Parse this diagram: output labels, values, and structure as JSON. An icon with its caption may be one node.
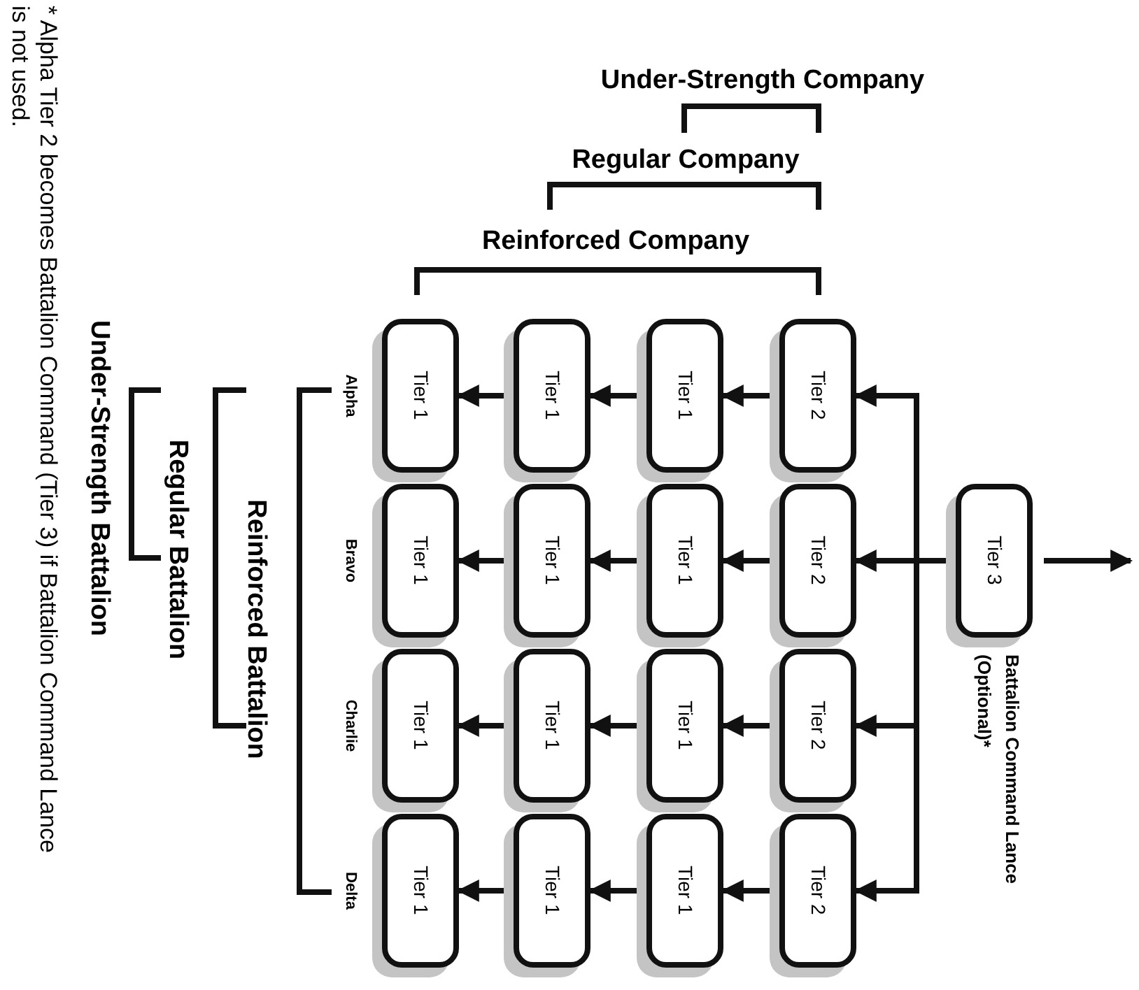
{
  "diagram": {
    "nodes": [
      {
        "text": [
          "Tier 1"
        ]
      },
      {
        "text": [
          "Tier 1"
        ]
      },
      {
        "text": [
          "Tier 1"
        ]
      },
      {
        "text": [
          "Tier 2"
        ]
      },
      {
        "text": [
          "Tier 1"
        ]
      },
      {
        "text": [
          "Tier 1"
        ]
      },
      {
        "text": [
          "Tier 1"
        ]
      },
      {
        "text": [
          "Tier 2"
        ]
      },
      {
        "text": [
          "Tier 1"
        ]
      },
      {
        "text": [
          "Tier 1"
        ]
      },
      {
        "text": [
          "Tier 1"
        ]
      },
      {
        "text": [
          "Tier 2"
        ]
      },
      {
        "text": [
          "Tier 1"
        ]
      },
      {
        "text": [
          "Tier 1"
        ]
      },
      {
        "text": [
          "Tier 1"
        ]
      },
      {
        "text": [
          "Tier 2"
        ]
      },
      {
        "text": [
          "Tier 3"
        ],
        "beside": [
          "Battalion Command Lance (Optional)*"
        ]
      }
    ],
    "edges": [
      {
        "from": 3,
        "to": 2,
        "arrow": "to"
      },
      {
        "from": 2,
        "to": 1,
        "arrow": "to"
      },
      {
        "from": 1,
        "to": 0,
        "arrow": "to"
      },
      {
        "from": 7,
        "to": 6,
        "arrow": "to"
      },
      {
        "from": 6,
        "to": 5,
        "arrow": "to"
      },
      {
        "from": 5,
        "to": 4,
        "arrow": "to"
      },
      {
        "from": 11,
        "to": 10,
        "arrow": "to"
      },
      {
        "from": 10,
        "to": 9,
        "arrow": "to"
      },
      {
        "from": 9,
        "to": 8,
        "arrow": "to"
      },
      {
        "from": 15,
        "to": 14,
        "arrow": "to"
      },
      {
        "from": 14,
        "to": 13,
        "arrow": "to"
      },
      {
        "from": 13,
        "to": 12,
        "arrow": "to"
      },
      {
        "from": 16,
        "to": 3,
        "arrow": "to"
      },
      {
        "from": 16,
        "to": 7,
        "arrow": "to"
      },
      {
        "from": 16,
        "to": 11,
        "arrow": "to"
      },
      {
        "from": 16,
        "to": 15,
        "arrow": "to"
      },
      {
        "from": 16,
        "to": null,
        "arrow": "to"
      }
    ],
    "labels": [
      "Under-Strength Company",
      "Regular Company",
      "Reinforced Company",
      "Under-Strength Battalion",
      "Regular Battalion",
      "Reinforced Battalion",
      "Alpha",
      "Bravo",
      "Charlie",
      "Delta",
      "* Alpha Tier 2 becomes Battalion Command (Tier 3) if Battalion Command Lance is not used."
    ]
  }
}
